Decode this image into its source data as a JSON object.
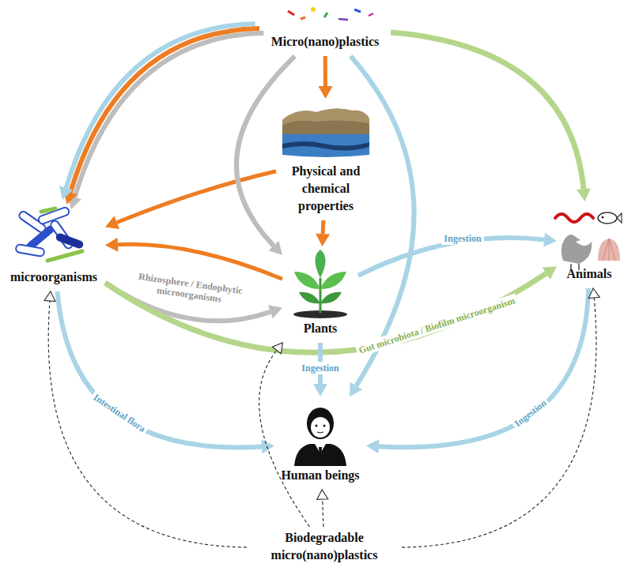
{
  "diagram": {
    "nodes": [
      {
        "text": [
          "Micro(nano)plastics"
        ]
      },
      {
        "text": [
          "Physical and chemical properties"
        ]
      },
      {
        "text": [
          "microorganisms"
        ]
      },
      {
        "text": [
          "Plants"
        ]
      },
      {
        "text": [
          "Animals"
        ]
      },
      {
        "text": [
          "Human beings"
        ]
      },
      {
        "text": [
          "Biodegradable micro(nano)plastics"
        ]
      }
    ],
    "edges": [
      {
        "from": 0,
        "to": 2,
        "arrow": "to"
      },
      {
        "from": 0,
        "to": 1,
        "arrow": "to"
      },
      {
        "from": 1,
        "to": 3,
        "arrow": "to"
      },
      {
        "from": 1,
        "to": 2,
        "arrow": "to"
      },
      {
        "from": 3,
        "to": 2,
        "arrow": "to"
      },
      {
        "from": 0,
        "to": 3,
        "arrow": "to"
      },
      {
        "from": 2,
        "to": 3,
        "label": "Rhizosphere / Endophytic microorganisms",
        "arrow": "to"
      },
      {
        "from": 0,
        "to": 4,
        "arrow": "to"
      },
      {
        "from": 0,
        "to": 5,
        "arrow": "to"
      },
      {
        "from": 3,
        "to": 4,
        "label": "Ingestion",
        "arrow": "to"
      },
      {
        "from": 2,
        "to": 4,
        "label": "Gut microbiota / Biofilm microorganism",
        "arrow": "to"
      },
      {
        "from": 2,
        "to": 5,
        "label": "Intestinal flora",
        "arrow": "to"
      },
      {
        "from": 3,
        "to": 5,
        "label": "Ingestion",
        "arrow": "to"
      },
      {
        "from": 4,
        "to": 5,
        "label": "Ingestion",
        "arrow": "to"
      },
      {
        "from": 6,
        "to": 5,
        "arrow": "to"
      },
      {
        "from": 6,
        "to": 2,
        "arrow": "to"
      },
      {
        "from": 6,
        "to": 3,
        "arrow": "to"
      },
      {
        "from": 6,
        "to": 4,
        "arrow": "to"
      }
    ]
  }
}
